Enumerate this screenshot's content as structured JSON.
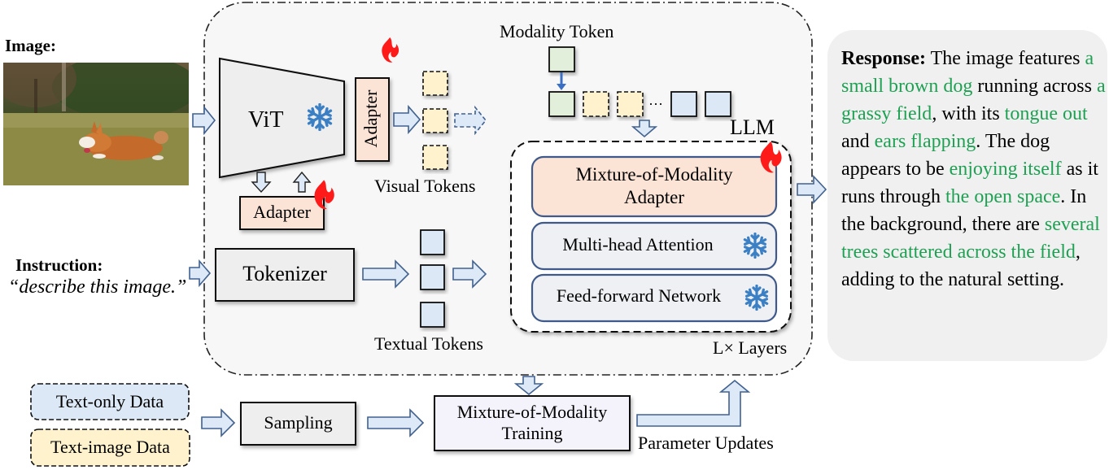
{
  "image_section": {
    "label": "Image:",
    "photo_description": "corgi running on grassy field"
  },
  "instruction_section": {
    "label": "Instruction:",
    "text": "“describe this image.”"
  },
  "encoder": {
    "vit_label": "ViT",
    "side_adapter_label": "Adapter",
    "bottom_adapter_label": "Adapter",
    "visual_tokens_label": "Visual Tokens",
    "tokenizer_label": "Tokenizer",
    "textual_tokens_label": "Textual Tokens"
  },
  "llm": {
    "modality_token_label": "Modality Token",
    "ellipsis": "···",
    "title": "LLM",
    "layers_label": "L× Layers",
    "blocks": [
      {
        "line1": "Mixture-of-Modality",
        "line2": "Adapter",
        "state": "trainable"
      },
      {
        "line1": "Multi-head Attention",
        "state": "frozen"
      },
      {
        "line1": "Feed-forward Network",
        "state": "frozen"
      }
    ]
  },
  "training": {
    "text_only_label": "Text-only Data",
    "text_image_label": "Text-image Data",
    "sampling_label": "Sampling",
    "mom_training_line1": "Mixture-of-Modality",
    "mom_training_line2": "Training",
    "parameter_updates_label": "Parameter Updates"
  },
  "response": {
    "label": "Response:",
    "segments": [
      {
        "text": " The image features ",
        "highlight": false
      },
      {
        "text": "a small brown dog",
        "highlight": true
      },
      {
        "text": " running across ",
        "highlight": false
      },
      {
        "text": "a grassy field",
        "highlight": true
      },
      {
        "text": ", with its ",
        "highlight": false
      },
      {
        "text": "tongue out",
        "highlight": true
      },
      {
        "text": " and ",
        "highlight": false
      },
      {
        "text": "ears flapping",
        "highlight": true
      },
      {
        "text": ". The dog appears to be ",
        "highlight": false
      },
      {
        "text": "enjoying itself",
        "highlight": true
      },
      {
        "text": " as it runs through ",
        "highlight": false
      },
      {
        "text": "the open space",
        "highlight": true
      },
      {
        "text": ". In the background, there are ",
        "highlight": false
      },
      {
        "text": "several trees scattered across the field",
        "highlight": true
      },
      {
        "text": ", adding to the natural setting.",
        "highlight": false
      }
    ]
  },
  "colors": {
    "highlight_green": "#1fa154",
    "adapter_fill": "#fbe3d6",
    "token_blue": "#dce8f5",
    "token_yellow": "#fff2cc",
    "token_green": "#e2efda",
    "block_grey": "#eef0f3",
    "block_border": "#3f5a8a",
    "arrow_fill": "#dde9f6",
    "arrow_stroke": "#41618f",
    "frozen_blue": "#3b7fc4",
    "flame_red": "#ff1a1a"
  }
}
